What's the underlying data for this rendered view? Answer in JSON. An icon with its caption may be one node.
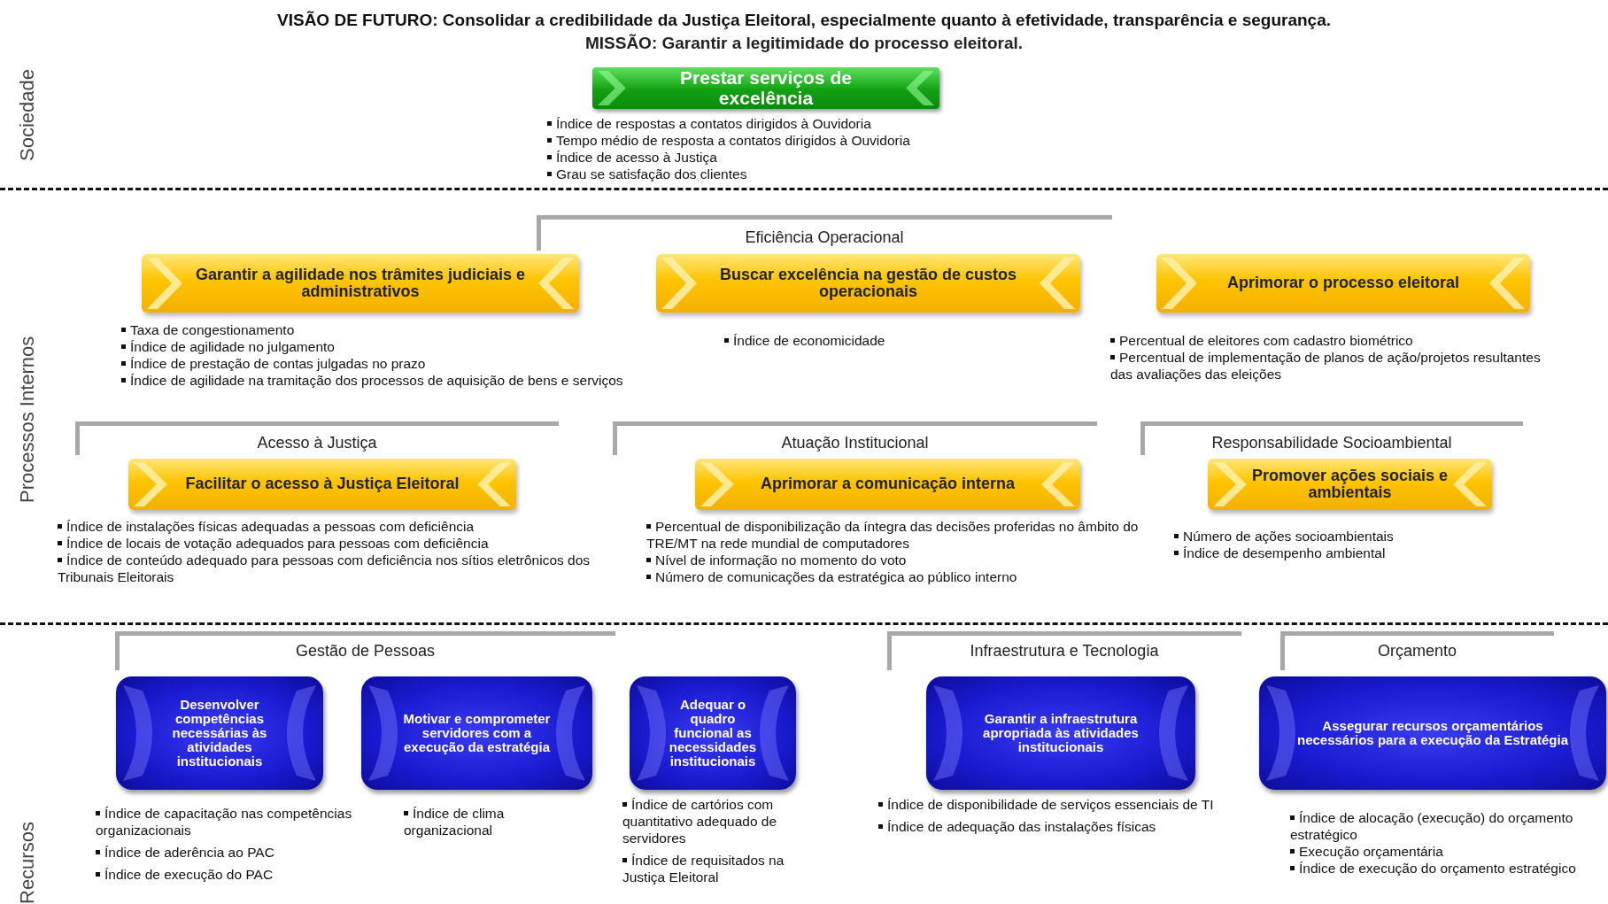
{
  "diagram": {
    "title": "VISÃO DE FUTURO: Consolidar a credibilidade da Justiça Eleitoral, especialmente quanto à efetividade, transparência e segurança.",
    "nodes": [
      {
        "text": [
          "Prestar serviços de excelência"
        ],
        "beside": [
          "Índice de respostas a contatos dirigidos à Ouvidoria",
          "Tempo médio de resposta a contatos dirigidos à Ouvidoria",
          "Índice de acesso à Justiça",
          "Grau se satisfação dos clientes"
        ]
      },
      {
        "text": [
          "Garantir a agilidade nos trâmites judiciais e administrativos"
        ],
        "beside": [
          "Taxa de congestionamento",
          "Índice de agilidade no julgamento",
          "Índice de prestação de contas julgadas no prazo",
          "Índice de agilidade na tramitação dos processos de aquisição de bens e serviços"
        ]
      },
      {
        "text": [
          "Buscar excelência na gestão de custos operacionais"
        ],
        "beside": [
          "Índice de economicidade"
        ]
      },
      {
        "text": [
          "Aprimorar o processo eleitoral"
        ],
        "beside": [
          "Percentual de eleitores com cadastro biométrico",
          "Percentual de implementação de planos de ação/projetos resultantes das avaliações das eleições"
        ]
      },
      {
        "text": [
          "Facilitar o acesso à Justiça Eleitoral"
        ],
        "beside": [
          "Índice de instalações físicas adequadas a pessoas com deficiência",
          "Índice de locais de votação adequados para pessoas com deficiência",
          "Índice de conteúdo adequado para pessoas com deficiência nos sítios eletrônicos dos Tribunais Eleitorais"
        ]
      },
      {
        "text": [
          "Aprimorar a comunicação interna"
        ],
        "beside": [
          "Percentual de disponibilização da íntegra das decisões proferidas no âmbito do TRE/MT na rede mundial de computadores",
          "Nível de informação no momento do voto",
          "Número de comunicações da estratégica ao público interno"
        ]
      },
      {
        "text": [
          "Promover ações sociais e ambientais"
        ],
        "beside": [
          "Número de ações socioambientais",
          "Índice de desempenho ambiental"
        ]
      },
      {
        "text": [
          "Desenvolver competências necessárias às atividades institucionais"
        ],
        "beside": [
          "Índice de capacitação nas competências organizacionais",
          "Índice de aderência ao PAC",
          "Índice de execução do PAC"
        ]
      },
      {
        "text": [
          "Motivar e comprometer servidores com a execução da estratégia"
        ],
        "beside": [
          "Índice de clima organizacional"
        ]
      },
      {
        "text": [
          "Adequar o quadro funcional as necessidades institucionais"
        ],
        "beside": [
          "Índice de cartórios com quantitativo adequado de servidores",
          "Índice de requisitados na Justiça Eleitoral"
        ]
      },
      {
        "text": [
          "Garantir a infraestrutura apropriada às atividades institucionais"
        ],
        "beside": [
          "Índice de disponibilidade de serviços essenciais de TI",
          "Índice de adequação das instalações físicas"
        ]
      },
      {
        "text": [
          "Assegurar recursos orçamentários necessários para a execução da Estratégia"
        ],
        "beside": [
          "Índice de alocação (execução) do orçamento estratégico",
          "Execução orçamentária",
          "Índice de execução do orçamento estratégico"
        ]
      }
    ],
    "edges": [],
    "labels": [
      "MISSÃO: Garantir a legitimidade do processo eleitoral.",
      "Sociedade",
      "Eficiência Operacional",
      "Processos Internos",
      "Acesso à Justiça",
      "Atuação Institucional",
      "Responsabilidade Socioambiental",
      "Gestão de Pessoas",
      "Infraestrutura e Tecnologia",
      "Orçamento",
      "Recursos"
    ]
  }
}
